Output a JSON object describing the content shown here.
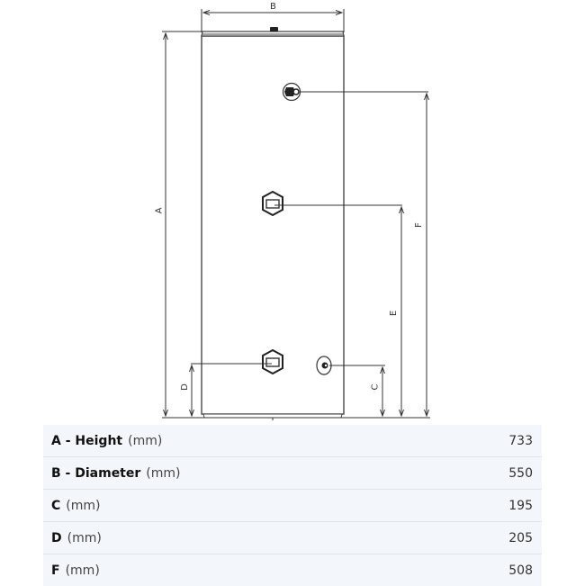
{
  "diagram": {
    "title": "Cylinder dimension drawing",
    "labels": {
      "A": "A",
      "B": "B",
      "C": "C",
      "D": "D",
      "E": "E",
      "F": "F"
    },
    "colors": {
      "line": "#333333",
      "tank_outline": "#555555"
    }
  },
  "specs": {
    "rows": [
      {
        "key": "A",
        "name": "Height",
        "separator": " - ",
        "unit": "(mm)",
        "value": "733"
      },
      {
        "key": "B",
        "name": "Diameter",
        "separator": " - ",
        "unit": "(mm)",
        "value": "550"
      },
      {
        "key": "C",
        "name": "",
        "separator": "",
        "unit": "(mm)",
        "value": "195"
      },
      {
        "key": "D",
        "name": "",
        "separator": "",
        "unit": "(mm)",
        "value": "205"
      },
      {
        "key": "F",
        "name": "",
        "separator": "",
        "unit": "(mm)",
        "value": "508"
      }
    ],
    "colors": {
      "background": "#f3f6fa",
      "divider": "#dde3ea"
    }
  }
}
